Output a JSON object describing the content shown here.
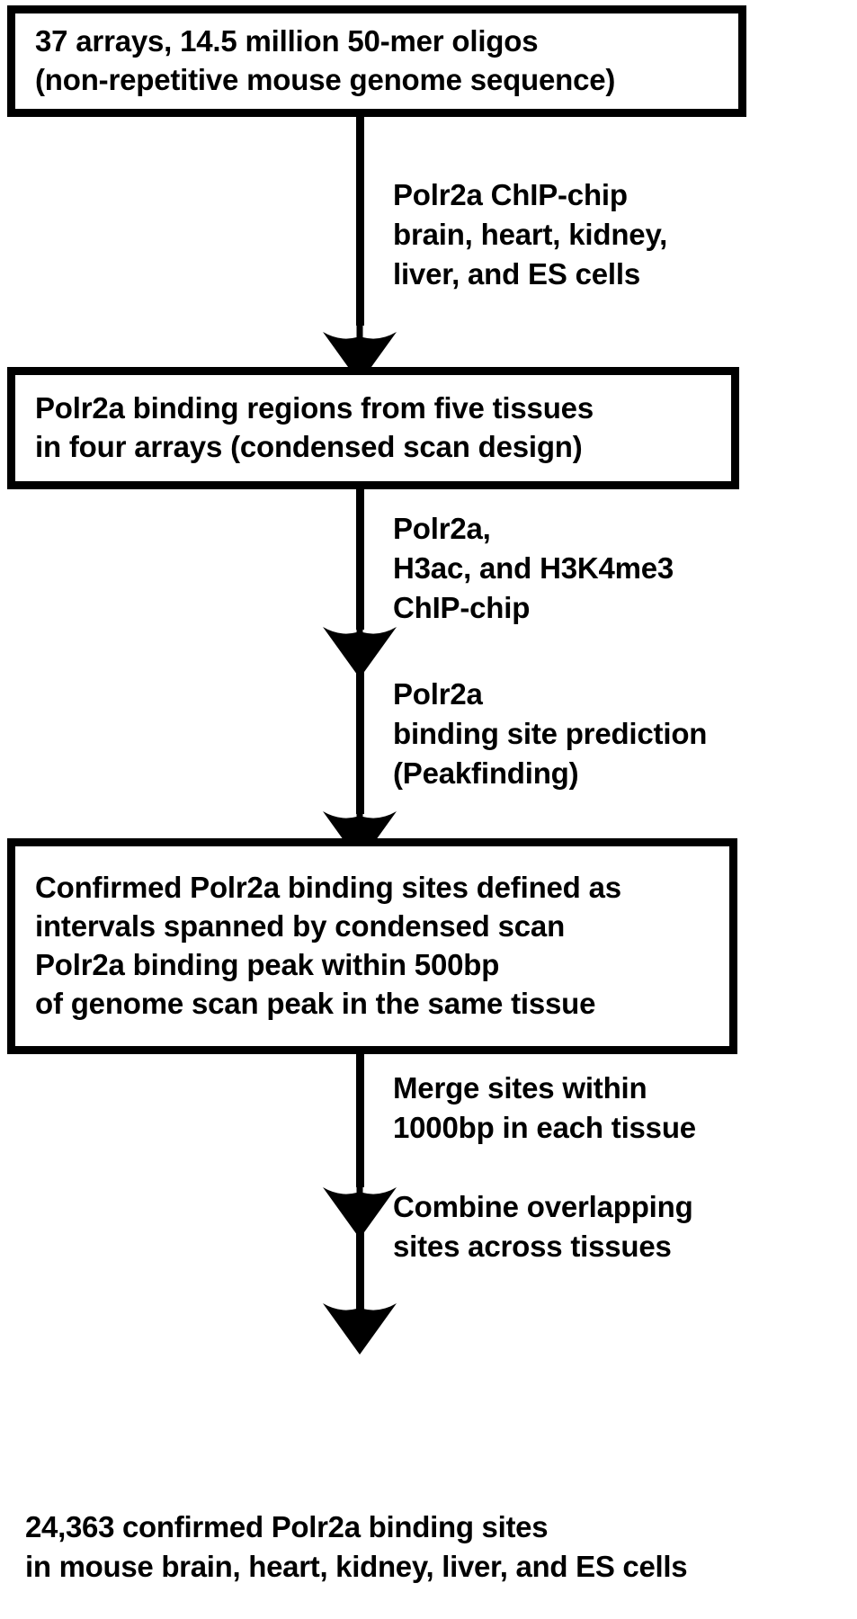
{
  "diagram": {
    "title": "Polr2a ChIP-chip experimental workflow",
    "ink_color": "#000000",
    "background_color": "#ffffff",
    "nodes": [
      {
        "id": "node-arrays",
        "shape": "box",
        "text": "37 arrays, 14.5 million 50-mer oligos\n(non-repetitive mouse genome sequence)"
      },
      {
        "id": "node-binding-regions",
        "shape": "box",
        "text": "Polr2a  binding regions from five tissues\nin four arrays (condensed scan design)"
      },
      {
        "id": "node-confirmed-sites",
        "shape": "box",
        "text": "Confirmed Polr2a binding sites defined as\nintervals spanned by condensed scan\nPolr2a binding peak within 500bp\nof genome scan peak in the same tissue"
      },
      {
        "id": "node-result",
        "shape": "plain",
        "text": "24,363 confirmed Polr2a binding sites\nin mouse brain, heart, kidney, liver, and ES cells"
      }
    ],
    "edge_labels": [
      {
        "id": "label-chip-chip-tissues",
        "text": "Polr2a ChIP-chip\nbrain, heart, kidney,\nliver, and ES cells"
      },
      {
        "id": "label-marks-chip-chip",
        "text": "Polr2a,\nH3ac, and H3K4me3\n ChIP-chip"
      },
      {
        "id": "label-peakfinding",
        "text": "Polr2a\nbinding site prediction\n(Peakfinding)"
      },
      {
        "id": "label-merge-sites",
        "text": "Merge sites within\n1000bp in each tissue"
      },
      {
        "id": "label-combine-overlapping",
        "text": "Combine overlapping\nsites across tissues"
      }
    ],
    "arrows": [
      {
        "id": "arrow-1",
        "from": "node-arrays",
        "to": "node-binding-regions"
      },
      {
        "id": "arrow-2a",
        "from": "node-binding-regions",
        "to": "arrow-2b"
      },
      {
        "id": "arrow-2b",
        "from": "arrow-2a",
        "to": "node-confirmed-sites"
      },
      {
        "id": "arrow-3a",
        "from": "node-confirmed-sites",
        "to": "arrow-3b"
      },
      {
        "id": "arrow-3b",
        "from": "arrow-3a",
        "to": "node-result"
      }
    ]
  }
}
